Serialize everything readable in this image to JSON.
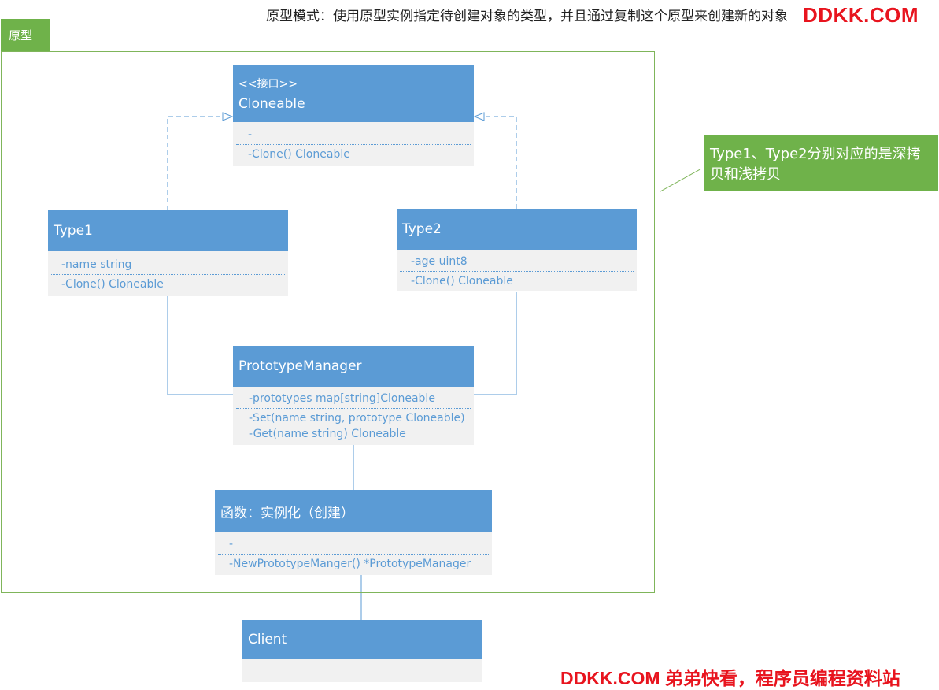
{
  "header": {
    "description": "原型模式：使用原型实例指定待创建对象的类型，并且通过复制这个原型来创建新的对象",
    "watermark_top": "DDKK.COM",
    "watermark_bottom": "DDKK.COM 弟弟快看，程序员编程资料站"
  },
  "frame": {
    "label": "原型"
  },
  "note": {
    "text": "Type1、Type2分别对应的是深拷贝和浅拷贝"
  },
  "classes": {
    "cloneable": {
      "stereotype": "<<接口>>",
      "name": "Cloneable",
      "attributes": [
        "-"
      ],
      "methods": [
        "-Clone() Cloneable"
      ]
    },
    "type1": {
      "name": "Type1",
      "attributes": [
        "-name string"
      ],
      "methods": [
        "-Clone() Cloneable"
      ]
    },
    "type2": {
      "name": "Type2",
      "attributes": [
        "-age uint8"
      ],
      "methods": [
        "-Clone() Cloneable"
      ]
    },
    "manager": {
      "name": "PrototypeManager",
      "attributes": [
        "-prototypes map[string]Cloneable"
      ],
      "methods": [
        "-Set(name string, prototype Cloneable)",
        "-Get(name string) Cloneable"
      ]
    },
    "factory": {
      "name": "函数：实例化（创建）",
      "attributes": [
        "-"
      ],
      "methods": [
        "-NewPrototypeManger() *PrototypeManager"
      ]
    },
    "client": {
      "name": "Client"
    }
  },
  "colors": {
    "class_header": "#5b9bd5",
    "class_body": "#f1f1f1",
    "frame_green": "#6fb24a",
    "watermark_red": "#e8141e"
  }
}
